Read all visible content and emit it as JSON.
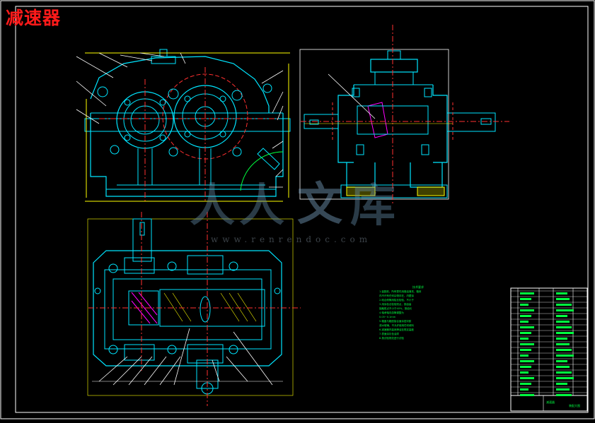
{
  "title": "减速器",
  "watermark": {
    "glyphs": [
      "人",
      "人",
      "文",
      "库"
    ],
    "url": "www.renrendoc.com"
  },
  "notes": {
    "heading": "技术要求",
    "lines": [
      "1.装配前，所有零件用煤油清洗，箱体",
      "  内不许有任何杂物存在，内壁涂",
      "2.啮合侧隙用铅丝检验，不小于",
      "3.用涂色法检验斑点，按齿高",
      "  接触斑点不小于40%，按齿长",
      "4.轴承轴向游隙调整为",
      "  0.05~0.1mm",
      "5.箱盖与箱座接合面涂密封胶",
      "  或水玻璃，不允许使用任何填料",
      "6.减速器内装润滑油至规定高度",
      "7.表面涂灰色油漆",
      "8.按试验规范进行试验"
    ]
  },
  "titleblock": {
    "label_left": "减速器",
    "label_right": "装配大图"
  },
  "colors": {
    "frame": "#ffffff",
    "outline": "#00e5ff",
    "centerline": "#ff3030",
    "dimension": "#ffff00",
    "leader": "#ffffff",
    "accent": "#00ff40",
    "hatch": "#ff00ff"
  }
}
